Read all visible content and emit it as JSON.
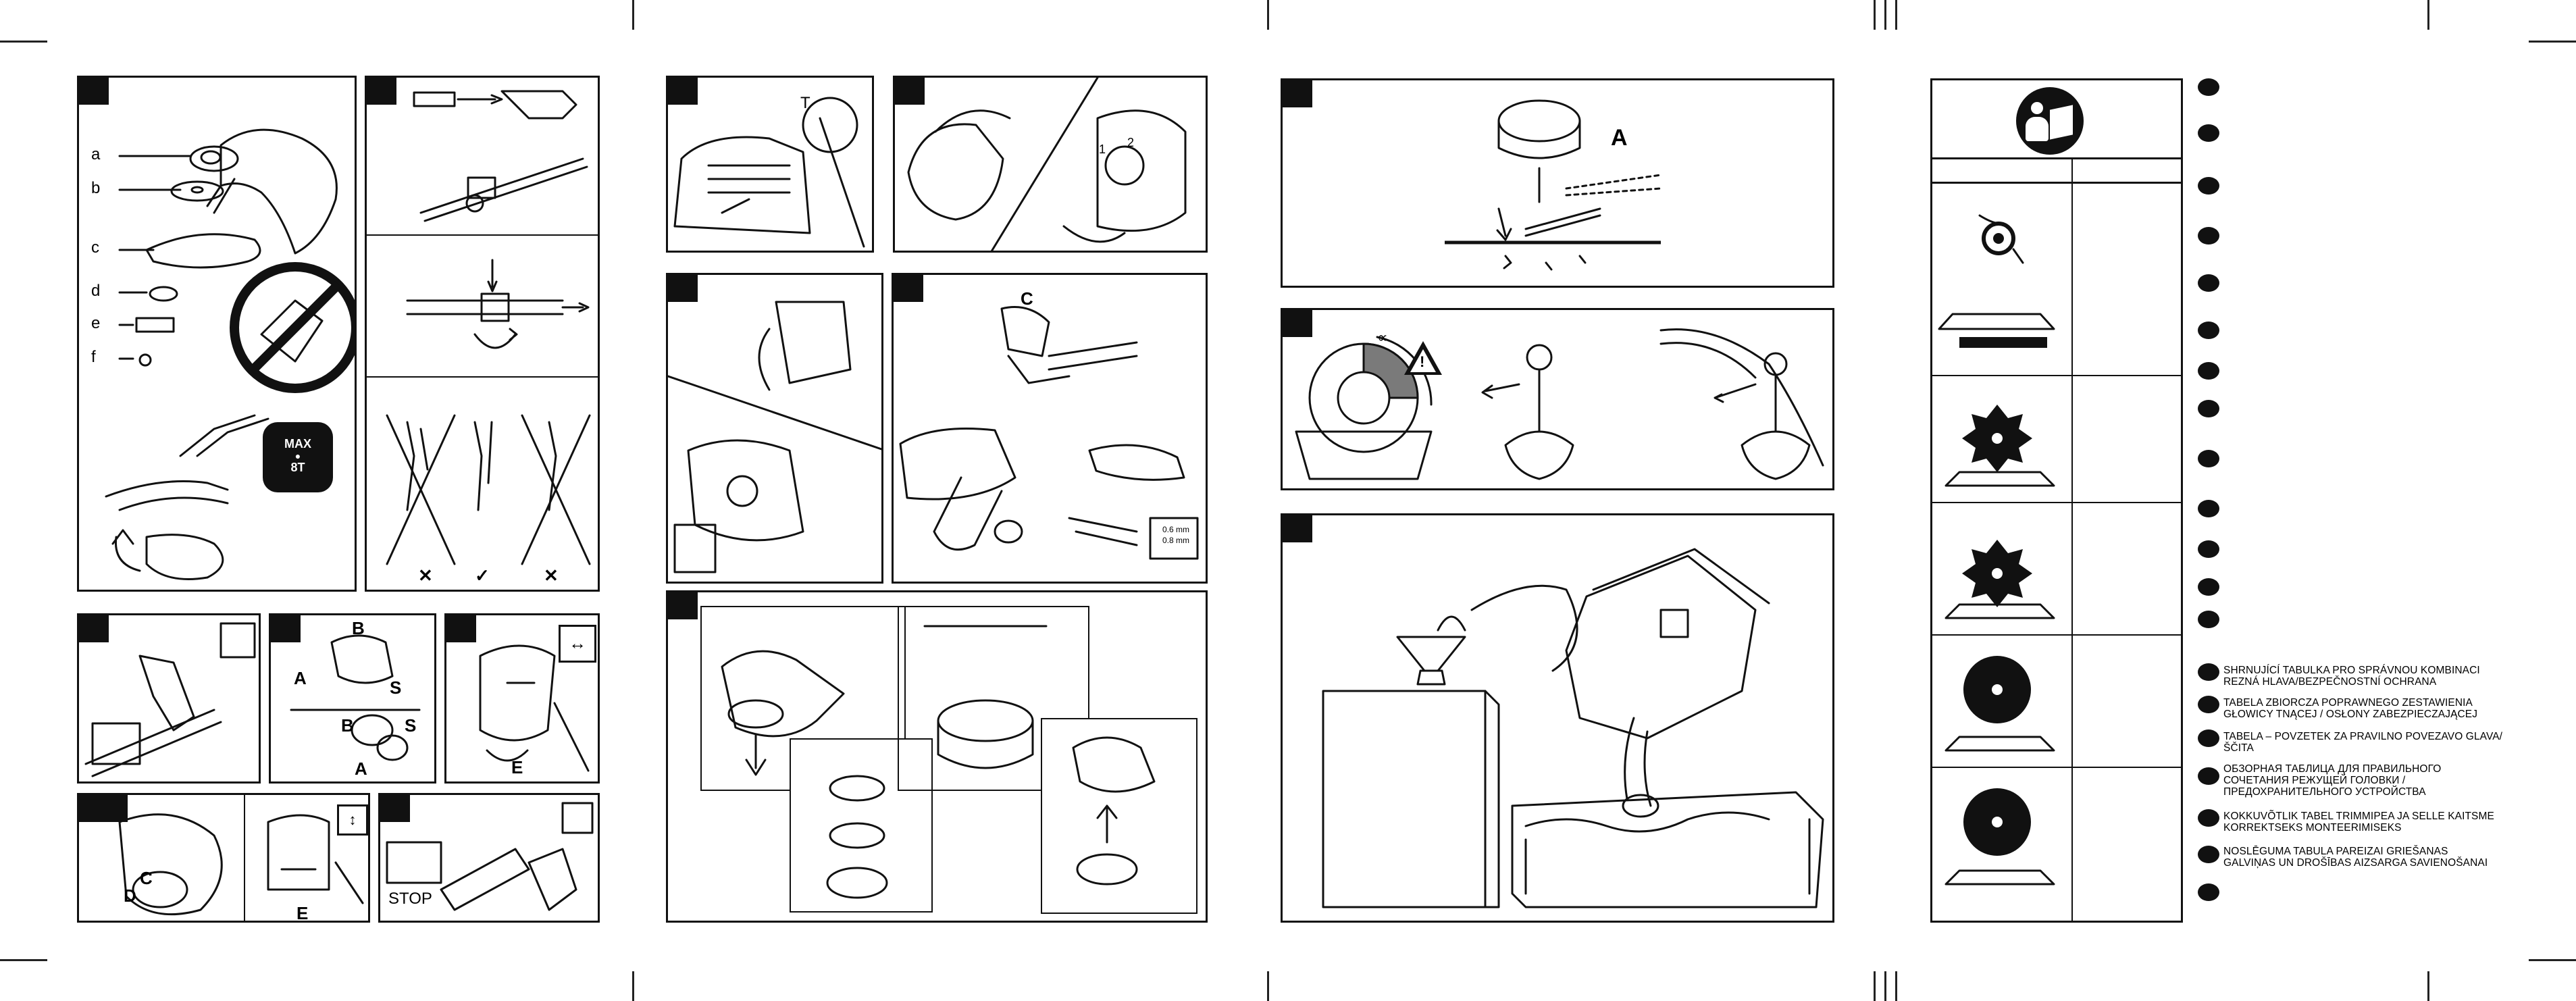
{
  "labels": {
    "part_a": "a",
    "part_b": "b",
    "part_c": "c",
    "part_d": "d",
    "part_e": "e",
    "part_f": "f",
    "max_badge_line1": "MAX",
    "max_badge_line2": "8T",
    "bracket_T": "T",
    "label_C": "C",
    "label_A_head": "A",
    "label_B_top": "B",
    "label_A_left": "A",
    "label_S_top": "S",
    "label_B_mid": "B",
    "label_S_mid": "S",
    "label_A_bottom": "A",
    "label_E": "E",
    "label_D": "D",
    "label_C_small": "C",
    "label_E_small": "E",
    "label_stop": "STOP",
    "angle_alpha": "∝",
    "dim_small_1": "0.6 mm",
    "dim_small_2": "0.8 mm",
    "num_1": "1",
    "num_2": "2"
  },
  "marks": {
    "cross_1": "✕",
    "check": "✓",
    "cross_2": "✕"
  },
  "legend": [
    {
      "text": "SHRNUJÍCÍ TABULKA PRO SPRÁVNOU KOMBINACI\nREZNÁ HLAVA/BEZPEČNOSTNÍ OCHRANA"
    },
    {
      "text": "TABELA ZBIORCZA POPRAWNEGO ZESTAWIENIA\nGŁOWICY TNĄCEJ / OSŁONY ZABEZPIECZAJĄCEJ"
    },
    {
      "text": "TABELA – POVZETEK ZA PRAVILNO POVEZAVO GLAVA/\nŠČITA"
    },
    {
      "text": "ОБЗОРНАЯ ТАБЛИЦА ДЛЯ ПРАВИЛЬНОГО\nСОЧЕТАНИЯ РЕЖУЩЕЙ ГОЛОВКИ /\nПРЕДОХРАНИТЕЛЬНОГО УСТРОЙСТВА"
    },
    {
      "text": "KOKKUVÕTLIK TABEL TRIMMIPEA JA SELLE KAITSME\nKORREKTSEKS MONTEERIMISEKS"
    },
    {
      "text": "NOSLĒGUMA TABULA PAREIZAI GRIEŠANAS\nGALVIŅAS UN DROŠĪBAS AIZSARGA SAVIENOŠANAI"
    }
  ],
  "icons": {
    "manual": "read-manual-icon",
    "warning": "warning-triangle-icon",
    "length": "length-adjust-icon",
    "no_blade": "prohibited-blade-icon"
  }
}
